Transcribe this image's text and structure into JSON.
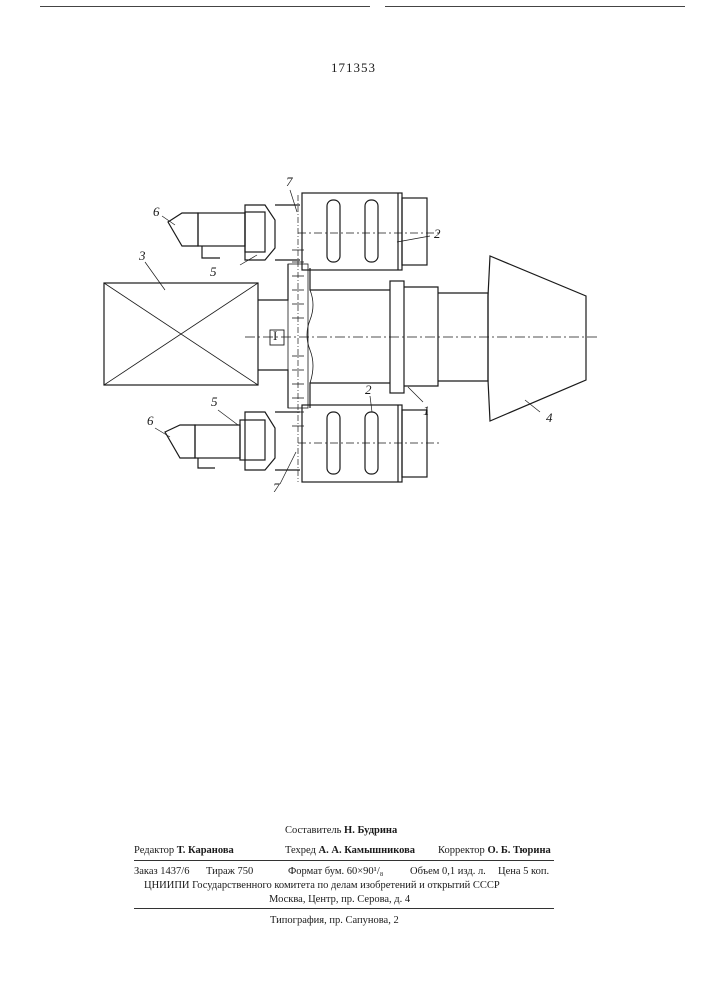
{
  "patent": {
    "number": "171353"
  },
  "figure": {
    "labels": {
      "n1": "1",
      "n2_top": "2",
      "n2_bottom": "2",
      "n3": "3",
      "n4": "4",
      "n5_top": "5",
      "n5_bottom": "5",
      "n6_top": "6",
      "n6_bottom": "6",
      "n7_top": "7",
      "n7_bottom": "7",
      "roman": "I"
    }
  },
  "footer": {
    "compiler_role": "Составитель",
    "compiler_name": "Н. Будрина",
    "editor_role": "Редактор",
    "editor_name": "Т. Каранова",
    "techred_role": "Техред",
    "techred_name": "А. А. Камышникова",
    "corrector_role": "Корректор",
    "corrector_name": "О. Б. Тюрина",
    "order": "Заказ 1437/6",
    "print_run": "Тираж 750",
    "format": "Формат бум. 60×90¹/₈",
    "volume": "Объем 0,1 изд. л.",
    "price": "Цена 5 коп.",
    "institution_line1": "ЦНИИПИ Государственного комитета по делам изобретений и открытий СССР",
    "institution_line2": "Москва, Центр, пр. Серова, д. 4",
    "printing": "Типография, пр. Сапунова, 2"
  }
}
